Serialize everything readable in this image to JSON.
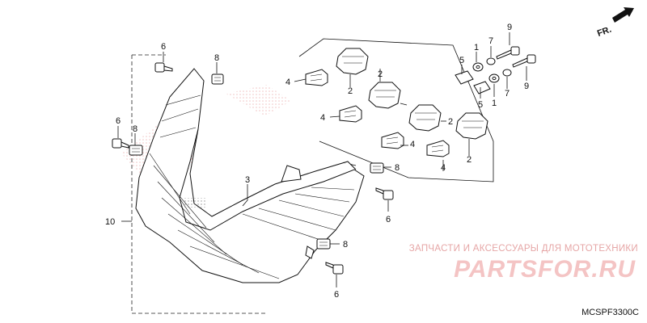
{
  "diagram": {
    "code": "MCSPF3300C",
    "direction_label": "FR.",
    "watermark": {
      "subtitle": "ЗАПЧАСТИ И АКСЕССУАРЫ ДЛЯ МОТОТЕХНИКИ",
      "logo": "PARTSFOR.RU"
    },
    "callouts": [
      {
        "id": "c6a",
        "label": "6"
      },
      {
        "id": "c8a",
        "label": "8"
      },
      {
        "id": "c6b",
        "label": "6"
      },
      {
        "id": "c8b",
        "label": "8"
      },
      {
        "id": "c10",
        "label": "10"
      },
      {
        "id": "c3",
        "label": "3"
      },
      {
        "id": "c4a",
        "label": "4"
      },
      {
        "id": "c2a",
        "label": "2"
      },
      {
        "id": "c2b",
        "label": "2"
      },
      {
        "id": "c4b",
        "label": "4"
      },
      {
        "id": "c4c",
        "label": "4"
      },
      {
        "id": "c4d",
        "label": "4"
      },
      {
        "id": "c2c",
        "label": "2"
      },
      {
        "id": "c2d",
        "label": "2"
      },
      {
        "id": "c5a",
        "label": "5"
      },
      {
        "id": "c5b",
        "label": "5"
      },
      {
        "id": "c1a",
        "label": "1"
      },
      {
        "id": "c1b",
        "label": "1"
      },
      {
        "id": "c7a",
        "label": "7"
      },
      {
        "id": "c7b",
        "label": "7"
      },
      {
        "id": "c9a",
        "label": "9"
      },
      {
        "id": "c9b",
        "label": "9"
      },
      {
        "id": "c8c",
        "label": "8"
      },
      {
        "id": "c6c",
        "label": "6"
      },
      {
        "id": "c8d",
        "label": "8"
      },
      {
        "id": "c6d",
        "label": "6"
      }
    ]
  }
}
